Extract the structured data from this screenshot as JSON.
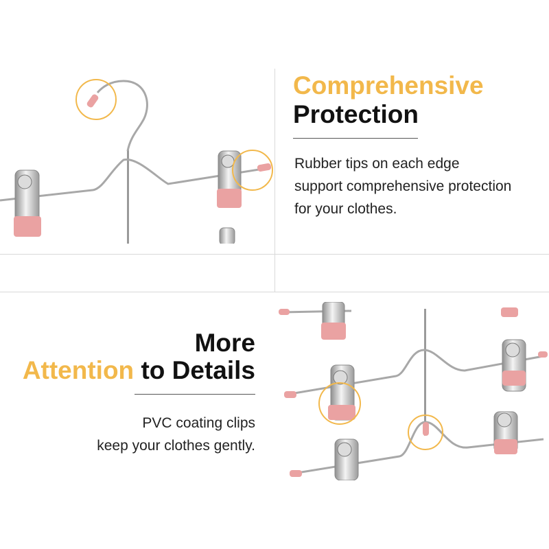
{
  "colors": {
    "accent": "#f2b84b",
    "text_dark": "#111111",
    "tip_pink": "#eaa2a2",
    "chrome": "#c9c9c9"
  },
  "section_top": {
    "heading_line1": "Comprehensive",
    "heading_line2": "Protection",
    "body_lines": [
      "Rubber tips on each edge",
      "support comprehensive protection",
      "for your clothes."
    ]
  },
  "section_bottom": {
    "heading_line1": "More",
    "heading_accent": "Attention",
    "heading_rest": " to Details",
    "body_lines": [
      "PVC coating clips",
      "keep your clothes gently."
    ]
  }
}
